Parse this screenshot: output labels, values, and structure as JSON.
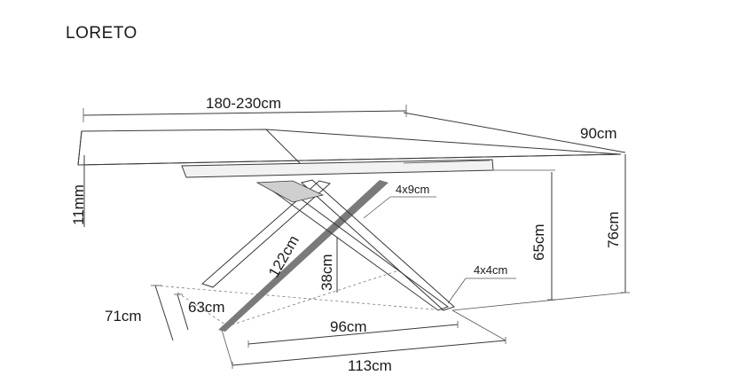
{
  "title": "LORETO",
  "dimensions": {
    "length": "180-230cm",
    "depth": "90cm",
    "top_thickness": "11mm",
    "height_total": "76cm",
    "height_frame": "65cm",
    "leg_profile_top": "4x9cm",
    "leg_profile_bottom": "4x4cm",
    "leg_length": "122cm",
    "cross_height": "38cm",
    "base_depth_outer": "71cm",
    "base_depth_inner": "63cm",
    "base_inner_length": "96cm",
    "base_outer_length": "113cm"
  }
}
